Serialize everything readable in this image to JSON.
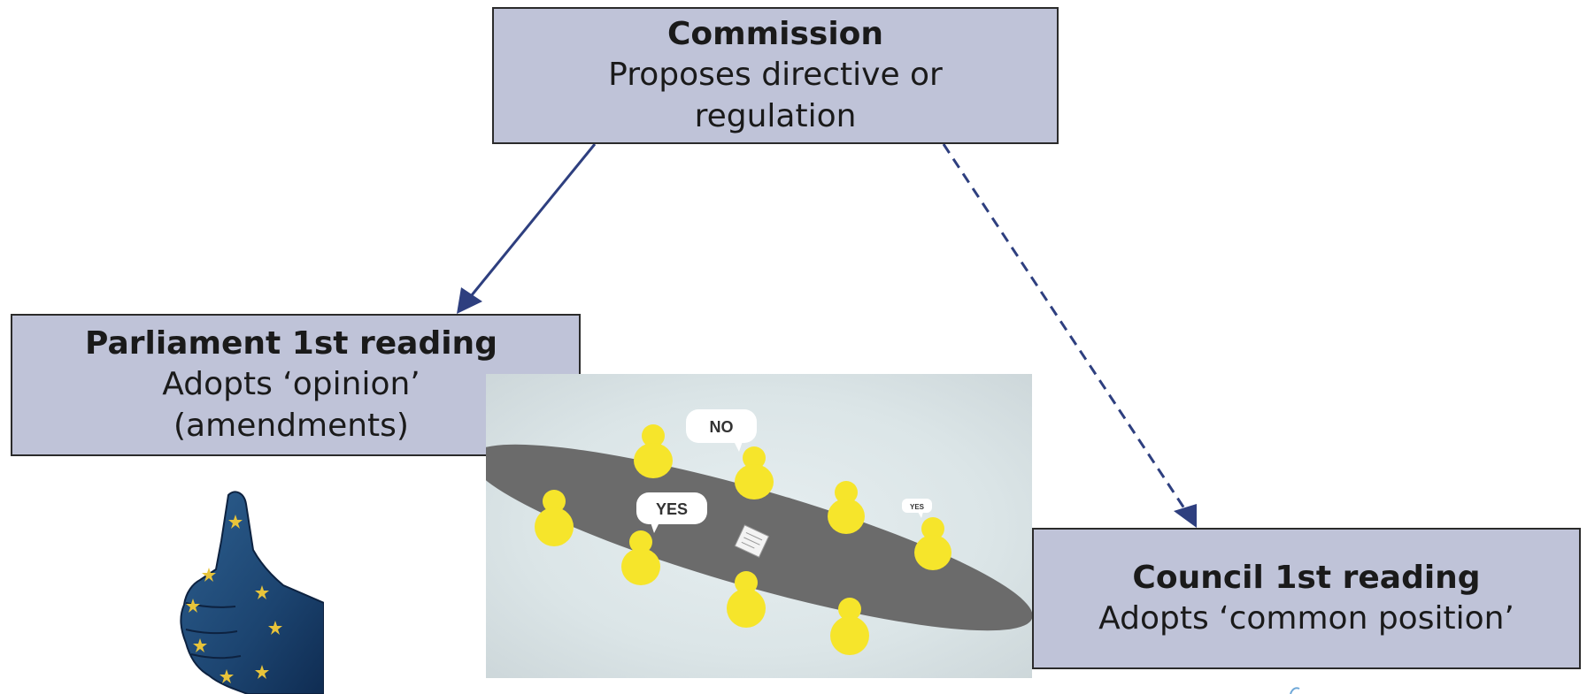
{
  "commission": {
    "title": "Commission",
    "line1": "Proposes directive or",
    "line2": "regulation"
  },
  "parliament": {
    "title": "Parliament 1st reading",
    "line1": "Adopts ‘opinion’",
    "line2": "(amendments)"
  },
  "council": {
    "title": "Council 1st reading",
    "line1": "Adopts ‘common position’"
  },
  "meeting": {
    "bubble_no": "NO",
    "bubble_yes": "YES",
    "bubble_yes_small": "YES"
  },
  "colors": {
    "box_fill": "#bfc3d8",
    "arrow": "#2e3f7f",
    "figure_yellow": "#f6e52b",
    "table_gray": "#6b6b6b"
  }
}
